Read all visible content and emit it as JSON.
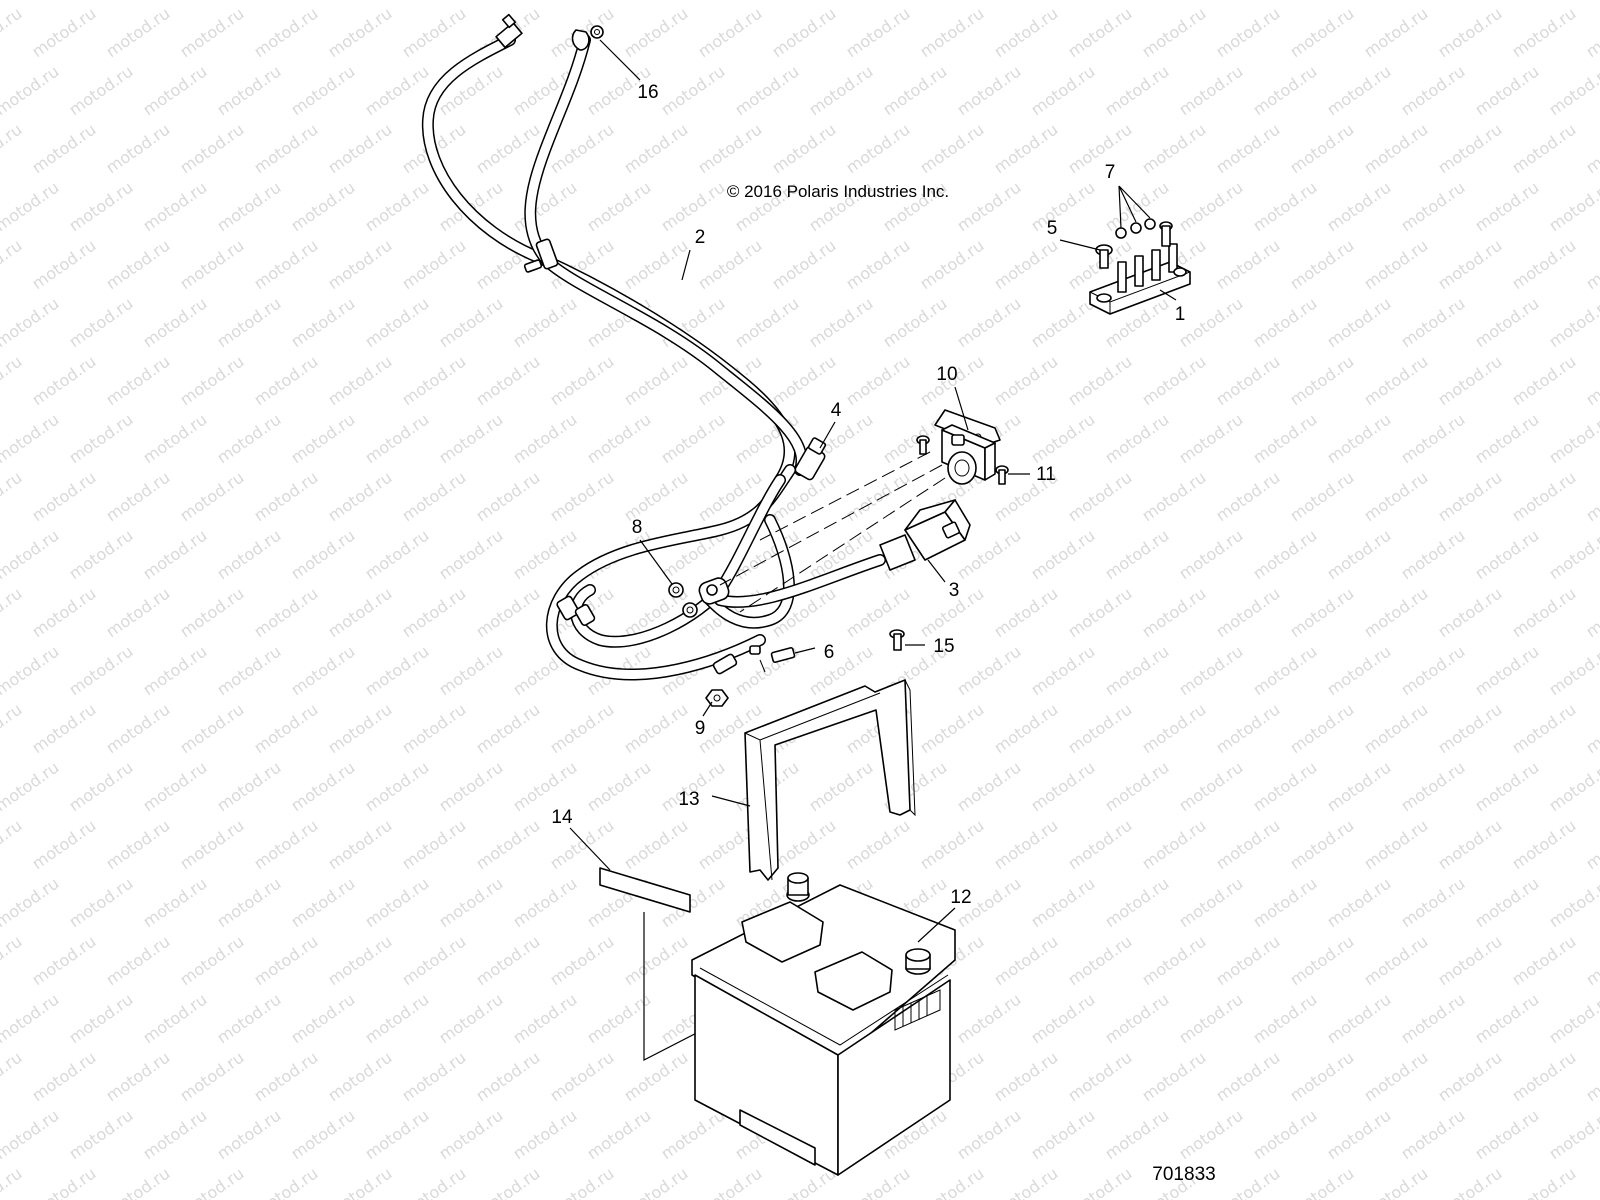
{
  "watermark": {
    "text": "motod.ru"
  },
  "copyright": "© 2016 Polaris Industries Inc.",
  "figure_number": "701833",
  "callouts": [
    {
      "id": "1",
      "label": "1"
    },
    {
      "id": "2",
      "label": "2"
    },
    {
      "id": "3",
      "label": "3"
    },
    {
      "id": "4",
      "label": "4"
    },
    {
      "id": "5",
      "label": "5"
    },
    {
      "id": "6",
      "label": "6"
    },
    {
      "id": "7",
      "label": "7"
    },
    {
      "id": "8",
      "label": "8"
    },
    {
      "id": "9",
      "label": "9"
    },
    {
      "id": "10",
      "label": "10"
    },
    {
      "id": "11",
      "label": "11"
    },
    {
      "id": "12",
      "label": "12"
    },
    {
      "id": "13",
      "label": "13"
    },
    {
      "id": "14",
      "label": "14"
    },
    {
      "id": "15",
      "label": "15"
    },
    {
      "id": "16",
      "label": "16"
    }
  ]
}
